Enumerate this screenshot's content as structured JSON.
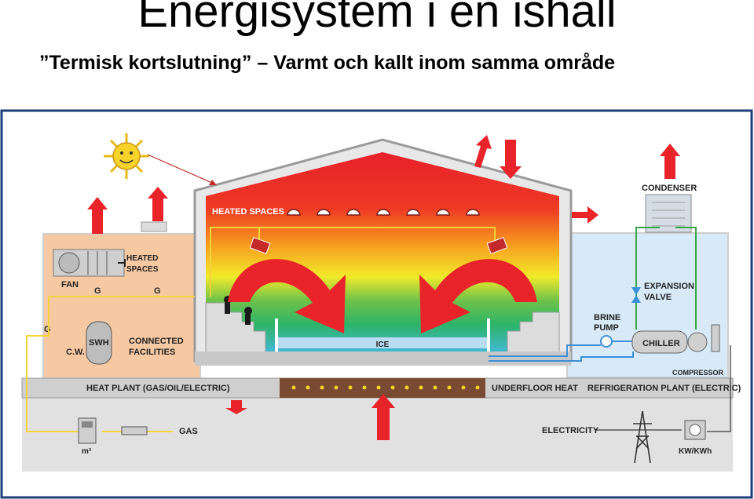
{
  "title": "Energisystem i en ishall",
  "subtitle": "”Termisk kortslutning” – Varmt och kallt inom samma område",
  "diagram": {
    "labels": {
      "heated_spaces_inner": "HEATED SPACES",
      "fan": "FAN",
      "heated_spaces_side": [
        "HEATED",
        "SPACES"
      ],
      "g": "G",
      "swh": "SWH",
      "cw": "C.W.",
      "connected_facilities": [
        "CONNECTED",
        "FACILITIES"
      ],
      "heat_plant": "HEAT PLANT (GAS/OIL/ELECTRIC)",
      "gas": "GAS",
      "meter_unit": "m³",
      "ice": "ICE",
      "underfloor_heat": "UNDERFLOOR HEAT",
      "refrigeration_plant": "REFRIGERATION PLANT (ELECTRIC)",
      "condenser": "CONDENSER",
      "expansion_valve": [
        "EXPANSION",
        "VALVE"
      ],
      "brine_pump": [
        "BRINE",
        "PUMP"
      ],
      "chiller": "CHILLER",
      "compressor": "COMPRESSOR",
      "electricity": "ELECTRICITY",
      "kwh": "KW/KWh"
    },
    "colors": {
      "heat_arrow": "#e8242a",
      "left_building": "#f7c9a3",
      "right_building": "#d8eaf7",
      "brine_pipe": "#3a8fd8",
      "hot_pipe": "#f2d43a",
      "condenser_pipe": "#3aa64a",
      "ice": "#b9dcf2"
    }
  }
}
